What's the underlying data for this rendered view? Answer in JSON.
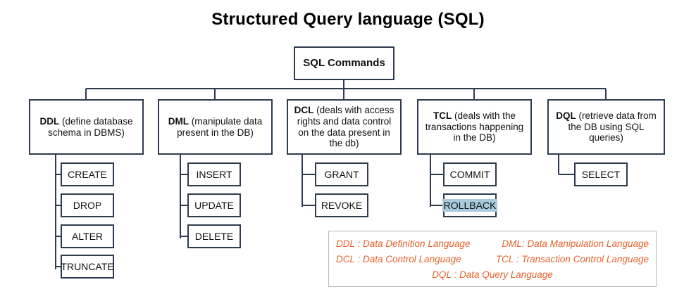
{
  "title": "Structured Query language (SQL)",
  "root": {
    "label": "SQL Commands"
  },
  "categories": [
    {
      "abbr": "DDL",
      "description": "(define database schema in DBMS)",
      "children": [
        "CREATE",
        "DROP",
        "ALTER",
        "TRUNCATE"
      ]
    },
    {
      "abbr": "DML",
      "description": "(manipulate data present in the DB)",
      "children": [
        "INSERT",
        "UPDATE",
        "DELETE"
      ]
    },
    {
      "abbr": "DCL",
      "description": "(deals with access rights and data control on the data present in the db)",
      "children": [
        "GRANT",
        "REVOKE"
      ]
    },
    {
      "abbr": "TCL",
      "description": "(deals with the transactions happening in the DB)",
      "children": [
        "COMMIT",
        "ROLLBACK"
      ]
    },
    {
      "abbr": "DQL",
      "description": "(retrieve data from the DB using SQL queries)",
      "children": [
        "SELECT"
      ]
    }
  ],
  "highlighted_node": "ROLLBACK",
  "legend": {
    "rows": [
      [
        "DDL : Data Definition Language",
        "DML: Data Manipulation Language"
      ],
      [
        "DCL : Data Control Language",
        "TCL : Transaction Control Language"
      ],
      [
        "DQL : Data Query Language"
      ]
    ]
  },
  "colors": {
    "box_border": "#2e3b4e",
    "legend_text": "#e8622a",
    "legend_border": "#b9b9b9",
    "highlight": "#a9c9dd",
    "title_text": "#000000"
  }
}
